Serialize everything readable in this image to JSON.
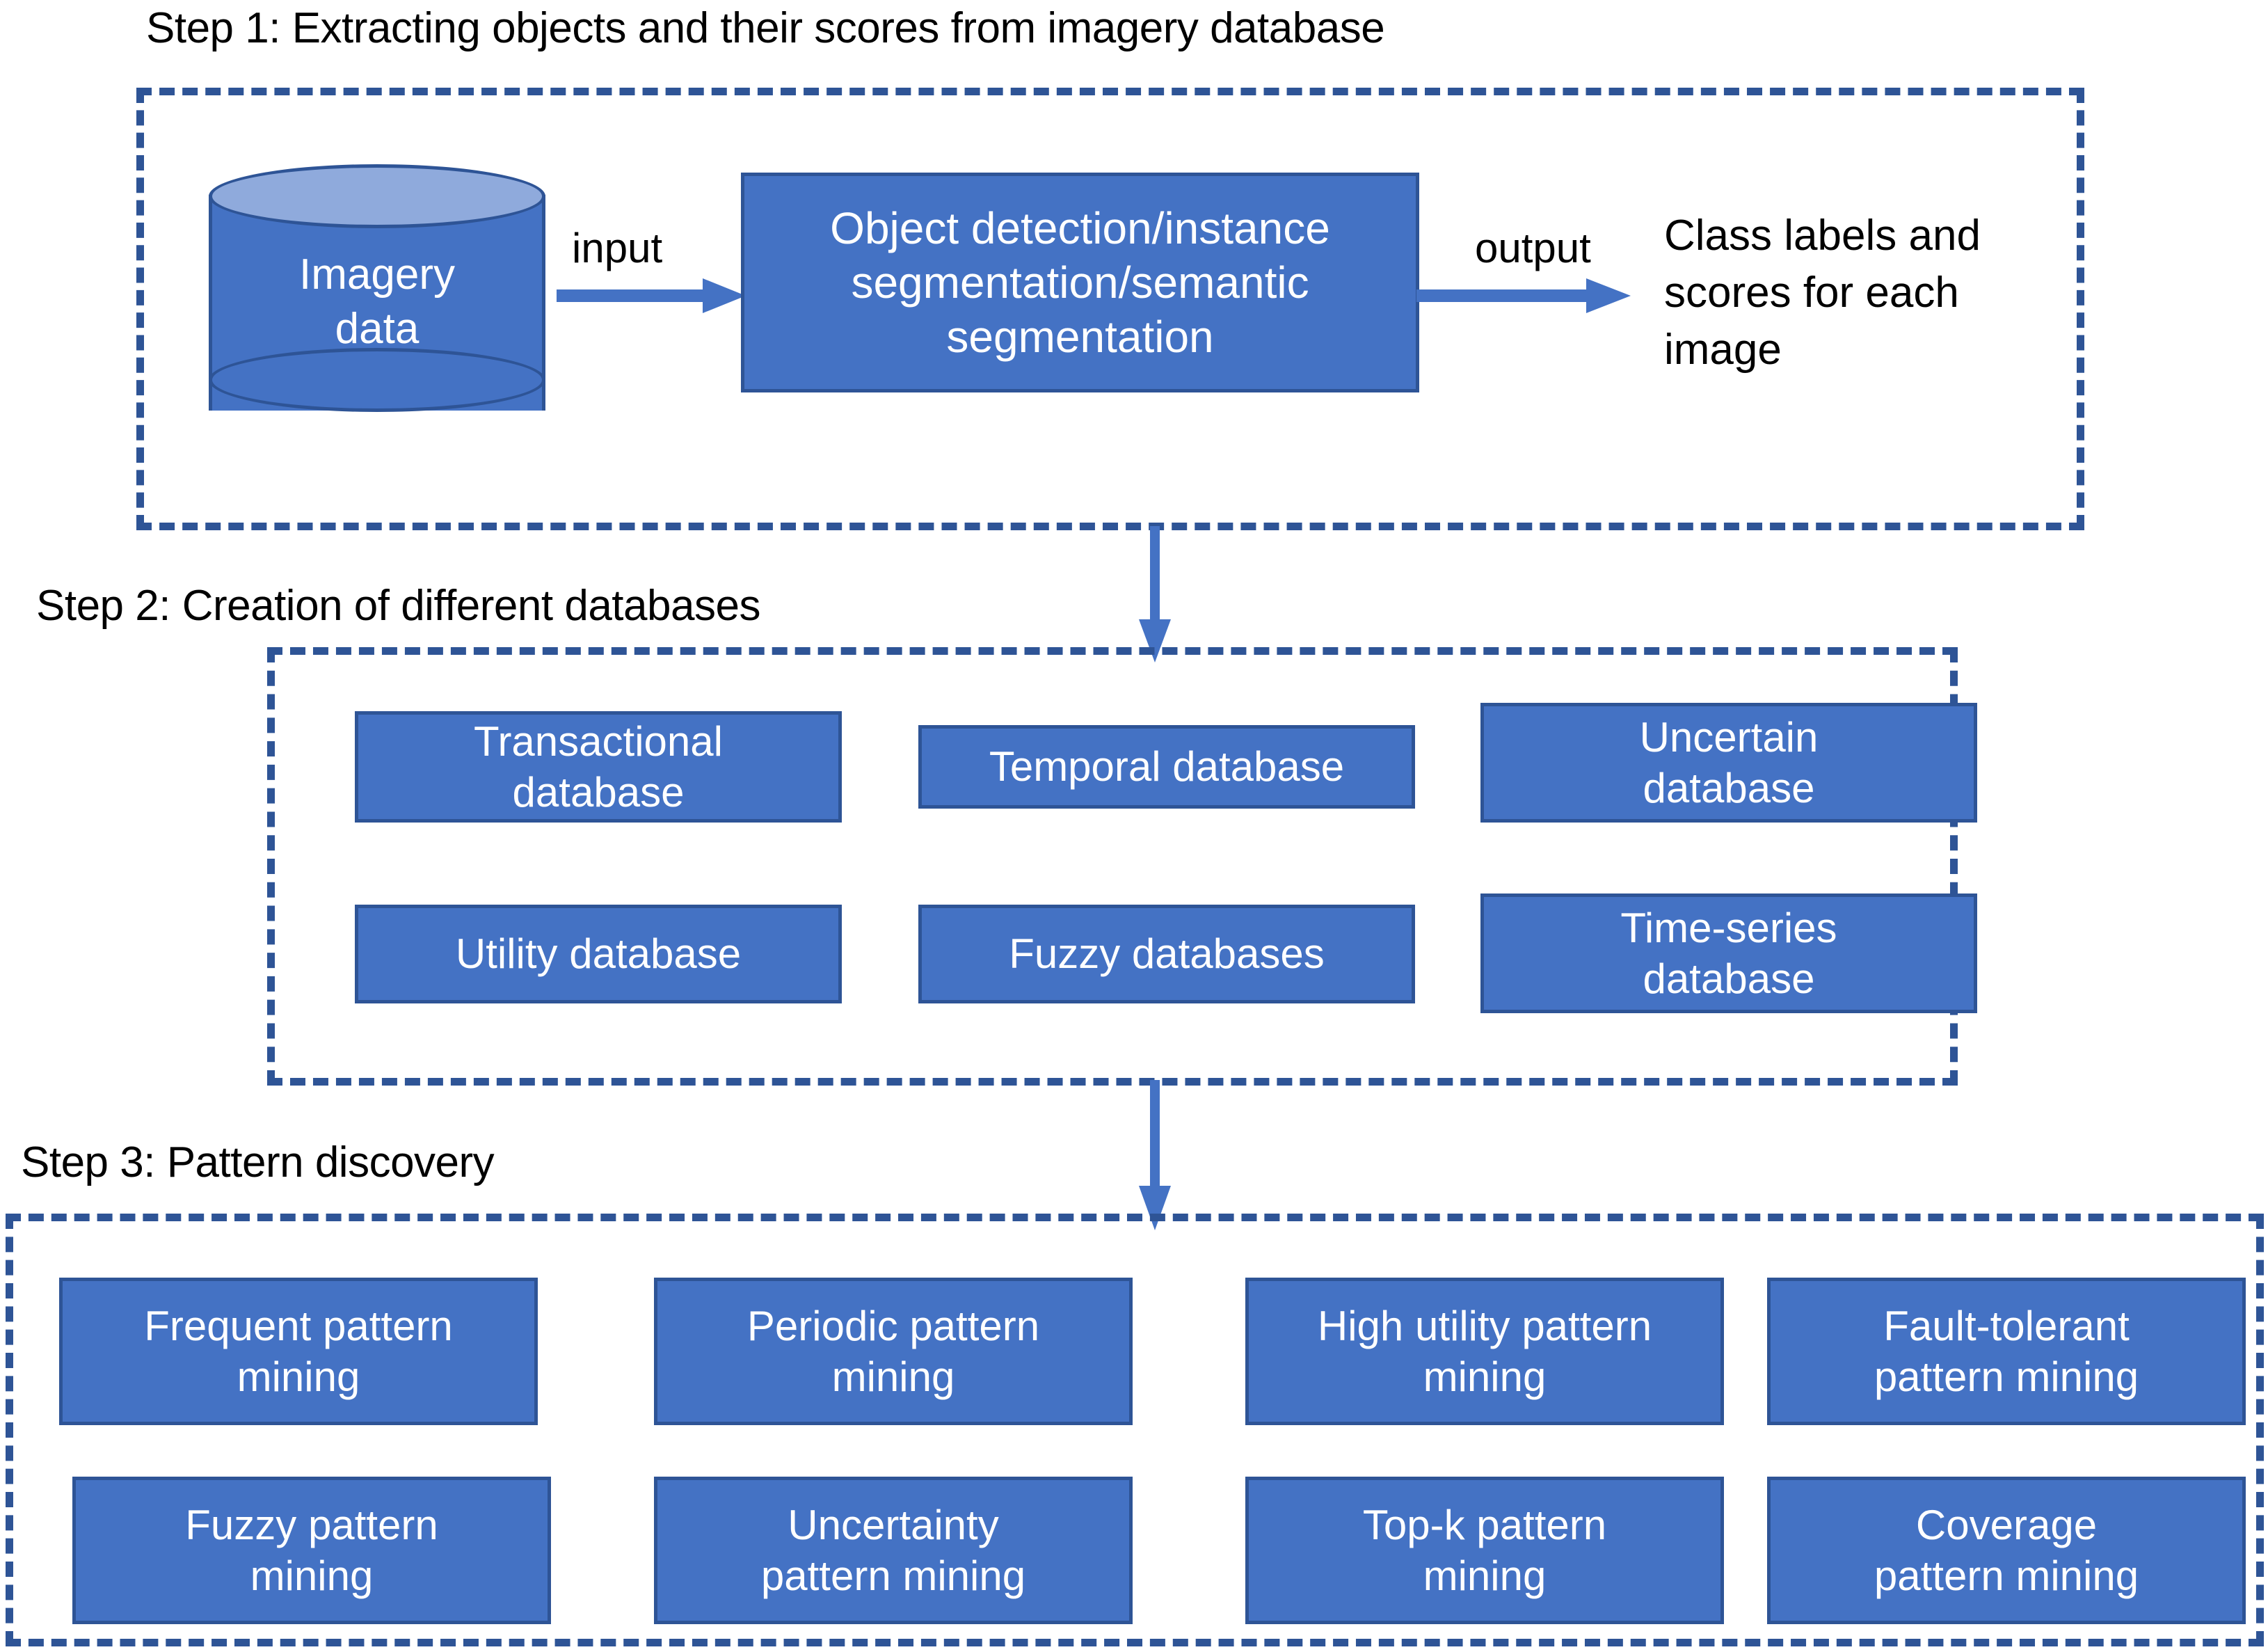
{
  "colors": {
    "box_fill": "#4472C4",
    "box_border": "#2E5496",
    "dashed_border": "#2E5496",
    "cylinder_top": "#8FAADC",
    "arrow": "#4472C4",
    "text_on_box": "#FFFFFF",
    "text_plain": "#000000",
    "background": "#FFFFFF"
  },
  "steps": [
    {
      "id": "step1",
      "title": "Step 1: Extracting objects and their scores from imagery database"
    },
    {
      "id": "step2",
      "title": "Step 2: Creation of different databases"
    },
    {
      "id": "step3",
      "title": "Step 3: Pattern discovery"
    }
  ],
  "step1": {
    "title": "Step 1: Extracting objects and their scores from imagery database",
    "source": {
      "label": "Imagery\ndata",
      "shape": "cylinder"
    },
    "input_arrow_label": "input",
    "process": {
      "label": "Object detection/instance\nsegmentation/semantic\nsegmentation"
    },
    "output_arrow_label": "output",
    "output_text": "Class labels and scores for each image"
  },
  "step2": {
    "title": "Step 2: Creation of different databases",
    "databases": [
      {
        "label": "Transactional\ndatabase"
      },
      {
        "label": "Temporal database"
      },
      {
        "label": "Uncertain\ndatabase"
      },
      {
        "label": "Utility database"
      },
      {
        "label": "Fuzzy databases"
      },
      {
        "label": "Time-series\ndatabase"
      }
    ]
  },
  "step3": {
    "title": "Step 3: Pattern discovery",
    "patterns": [
      {
        "label": "Frequent pattern\nmining"
      },
      {
        "label": "Periodic pattern\nmining"
      },
      {
        "label": "High utility pattern\nmining"
      },
      {
        "label": "Fault-tolerant\npattern mining"
      },
      {
        "label": "Fuzzy pattern\nmining"
      },
      {
        "label": "Uncertainty\npattern mining"
      },
      {
        "label": "Top-k pattern\nmining"
      },
      {
        "label": "Coverage\npattern mining"
      }
    ]
  },
  "connectors": [
    {
      "name": "step1-to-step2",
      "direction": "down"
    },
    {
      "name": "step2-to-step3",
      "direction": "down"
    }
  ]
}
